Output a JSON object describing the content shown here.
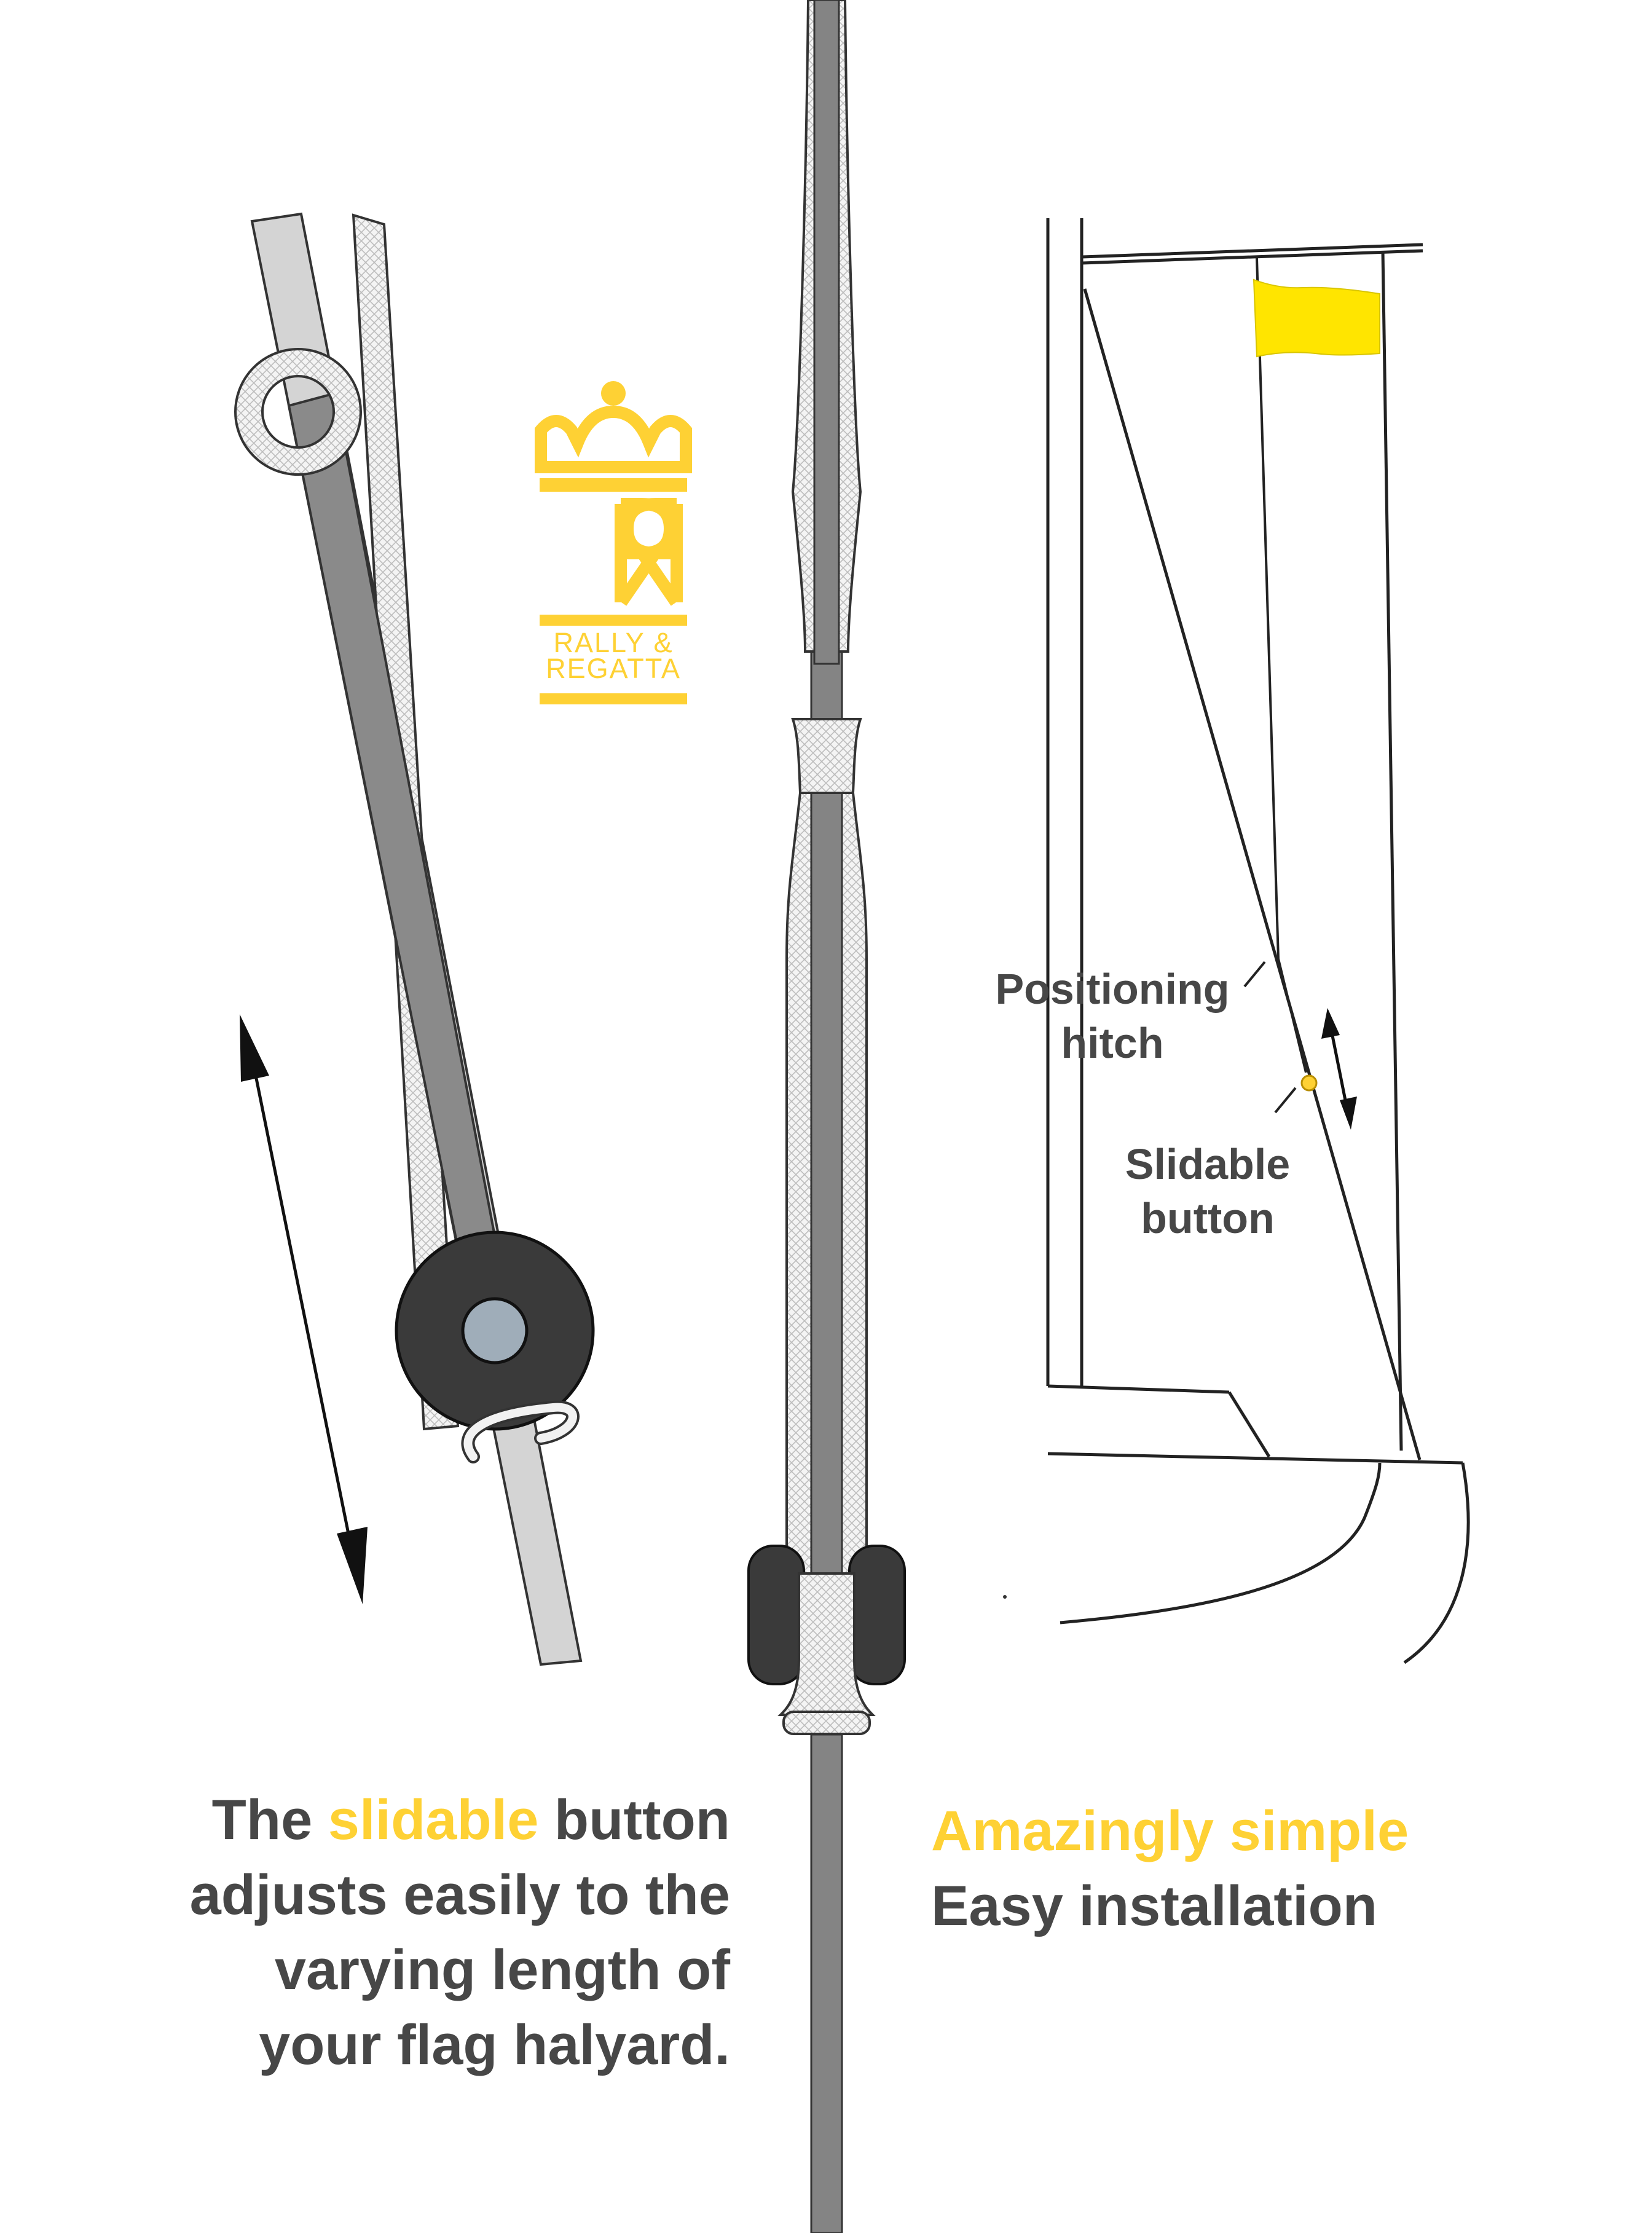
{
  "logo": {
    "monogram": "RR",
    "text_line1": "RALLY &",
    "text_line2": "REGATTA",
    "color": "#FED134"
  },
  "captions": {
    "left": {
      "line1_pre": "The ",
      "line1_highlight": "slidable",
      "line1_post": " button",
      "line2": "adjusts easily to the",
      "line3": "varying length of",
      "line4": "your flag halyard."
    },
    "right": {
      "line1": "Amazingly simple",
      "line2": "Easy installation"
    }
  },
  "labels": {
    "hitch_line1": "Positioning",
    "hitch_line2": "hitch",
    "button_line1": "Slidable",
    "button_line2": "button"
  },
  "colors": {
    "accent": "#FED134",
    "text": "#474747",
    "flag": "#FFE500",
    "rod_light": "#D4D4D4",
    "rod_dark": "#848484",
    "button_dark": "#3A3A3A",
    "button_center": "#9FADB9"
  }
}
